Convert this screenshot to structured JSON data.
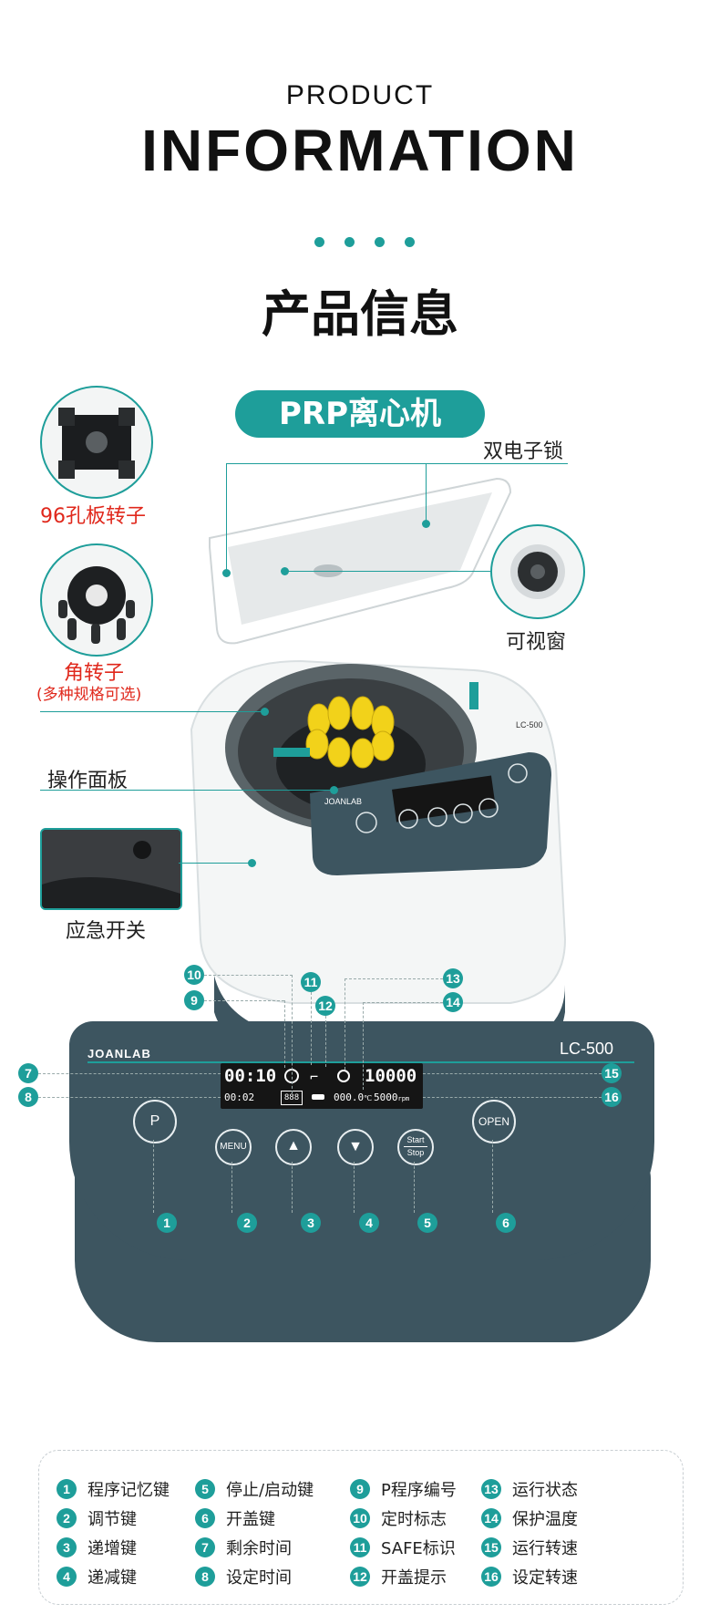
{
  "header": {
    "eyebrow": "PRODUCT",
    "title": "INFORMATION",
    "title_cn": "产品信息",
    "pill": "PRP离心机"
  },
  "callouts": {
    "plate_rotor": "96孔板转子",
    "angle_rotor": "角转子",
    "angle_rotor_note": "(多种规格可选)",
    "dual_lock": "双电子锁",
    "view_window": "可视窗",
    "control_panel": "操作面板",
    "emergency_switch": "应急开关"
  },
  "device": {
    "brand": "JOANLAB",
    "model": "LC-500",
    "open_label": "OPEN",
    "menu_label": "MENU",
    "p_label": "P",
    "start_label": "Start",
    "stop_label": "Stop"
  },
  "display": {
    "time_top": "00:10",
    "time_bottom": "00:02",
    "program_no": "888",
    "temp": "000.0",
    "temp_unit": "℃",
    "speed_top": "10000",
    "speed_bottom": "5000",
    "speed_unit": "rpm"
  },
  "number_labels": [
    "1",
    "2",
    "3",
    "4",
    "5",
    "6",
    "7",
    "8",
    "9",
    "10",
    "11",
    "12",
    "13",
    "14",
    "15",
    "16"
  ],
  "legend": [
    {
      "n": "1",
      "text": "程序记忆键"
    },
    {
      "n": "2",
      "text": "调节键"
    },
    {
      "n": "3",
      "text": "递增键"
    },
    {
      "n": "4",
      "text": "递减键"
    },
    {
      "n": "5",
      "text": "停止/启动键"
    },
    {
      "n": "6",
      "text": "开盖键"
    },
    {
      "n": "7",
      "text": "剩余时间"
    },
    {
      "n": "8",
      "text": "设定时间"
    },
    {
      "n": "9",
      "text": "P程序编号"
    },
    {
      "n": "10",
      "text": "定时标志"
    },
    {
      "n": "11",
      "text": "SAFE标识"
    },
    {
      "n": "12",
      "text": "开盖提示"
    },
    {
      "n": "13",
      "text": "运行状态"
    },
    {
      "n": "14",
      "text": "保护温度"
    },
    {
      "n": "15",
      "text": "运行转速"
    },
    {
      "n": "16",
      "text": "设定转速"
    }
  ],
  "colors": {
    "accent": "#1e9e9a",
    "panel": "#3d5560",
    "highlight_red": "#e0281c",
    "rotor_yellow": "#f2d21a"
  }
}
